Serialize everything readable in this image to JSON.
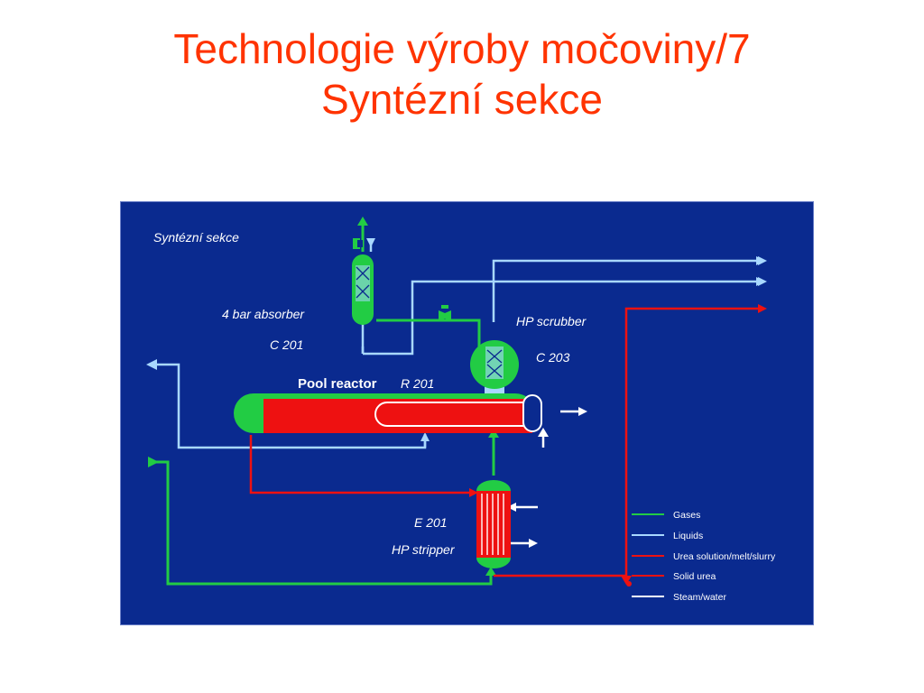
{
  "title": {
    "line1": "Technologie výroby močoviny/7",
    "line2": "Syntézní sekce"
  },
  "diagram": {
    "heading": "Syntézní sekce",
    "absorber": {
      "name": "4 bar absorber",
      "tag": "C 201"
    },
    "scrubber": {
      "name": "HP scrubber",
      "tag": "C 203"
    },
    "reactor": {
      "name": "Pool reactor",
      "tag": "R 201"
    },
    "stripper": {
      "tag": "E 201",
      "name": "HP stripper"
    },
    "legend": [
      {
        "label": "Gases",
        "color": "#22cc44"
      },
      {
        "label": "Liquids",
        "color": "#a8d8ff"
      },
      {
        "label": "Urea solution/melt/slurry",
        "color": "#ee1111"
      },
      {
        "label": "Solid urea",
        "color": "#ee1111"
      },
      {
        "label": "Steam/water",
        "color": "#ffffff"
      }
    ]
  }
}
